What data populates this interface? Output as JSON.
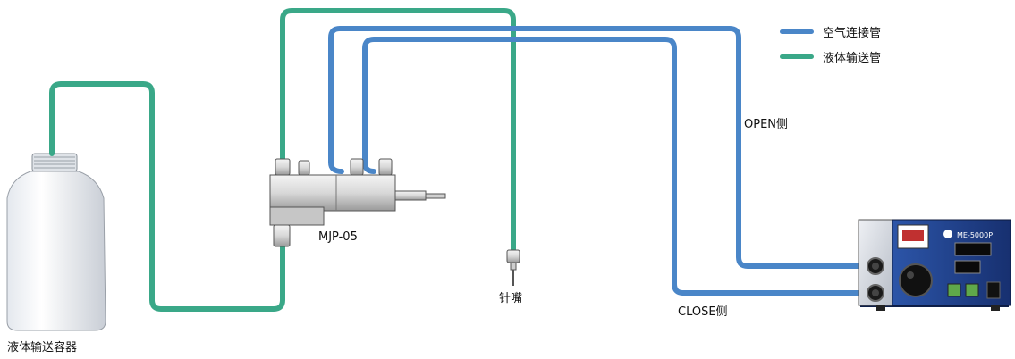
{
  "legend": [
    {
      "label": "空气连接管",
      "color": "#4a86c8"
    },
    {
      "label": "液体输送管",
      "color": "#3aa888"
    }
  ],
  "labels": {
    "bottle": "液体输送容器",
    "valve": "MJP-05",
    "needle": "针嘴",
    "open_side": "OPEN侧",
    "close_side": "CLOSE侧"
  },
  "controller": {
    "model": "ME-5000P"
  },
  "colors": {
    "air_tube": "#4a86c8",
    "liquid_tube": "#3aa888",
    "controller_body": "#1f3f8c"
  }
}
